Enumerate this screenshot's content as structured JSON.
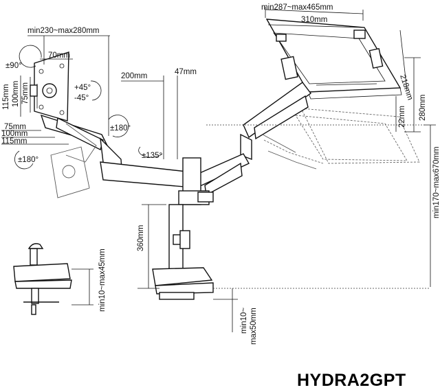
{
  "model": "HYDRA2GPT",
  "dimensions": {
    "tray_width_range": "min287~max465mm",
    "tray_width": "310mm",
    "tray_depth": "218mm",
    "tray_lip": "22mm",
    "tray_height": "280mm",
    "arm_reach_range": "min230~max280mm",
    "arm_length": "200mm",
    "pole_diameter": "47mm",
    "pole_height": "360mm",
    "total_height_range": "min170~max670mm",
    "vesa_width": "70mm",
    "vesa_h_115": "115mm",
    "vesa_h_100": "100mm",
    "vesa_h_75": "75mm",
    "vesa_v_75": "75mm",
    "vesa_v_100": "100mm",
    "vesa_v_115": "115mm",
    "clamp_range": "min10~max45mm",
    "grommet_range_line1": "min10~",
    "grommet_range_line2": "max50mm"
  },
  "rotations": {
    "swivel_90": "±90°",
    "tilt_plus": "+45°",
    "tilt_minus": "-45°",
    "rotate_180_a": "±180°",
    "rotate_180_b": "±180°",
    "rotate_135": "±135°"
  }
}
